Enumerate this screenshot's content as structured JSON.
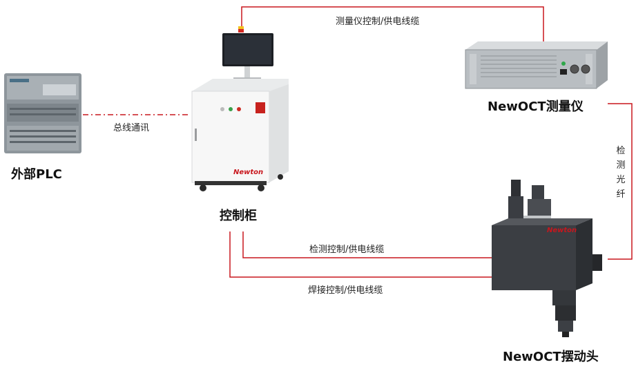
{
  "nodes": {
    "plc": {
      "title": "外部PLC"
    },
    "cabinet": {
      "title": "控制柜",
      "logo": "Newton"
    },
    "gauge": {
      "title": "NewOCT测量仪"
    },
    "head": {
      "title": "NewOCT摆动头",
      "logo": "Newton"
    }
  },
  "links": {
    "bus": "总线通讯",
    "gauge_cable": "测量仪控制/供电线缆",
    "fiber": "检测光纤",
    "detect_cable": "检测控制/供电线缆",
    "weld_cable": "焊接控制/供电线缆"
  },
  "colors": {
    "wire": "#c8161d",
    "bus_line": "#c8161d",
    "text": "#111111"
  }
}
